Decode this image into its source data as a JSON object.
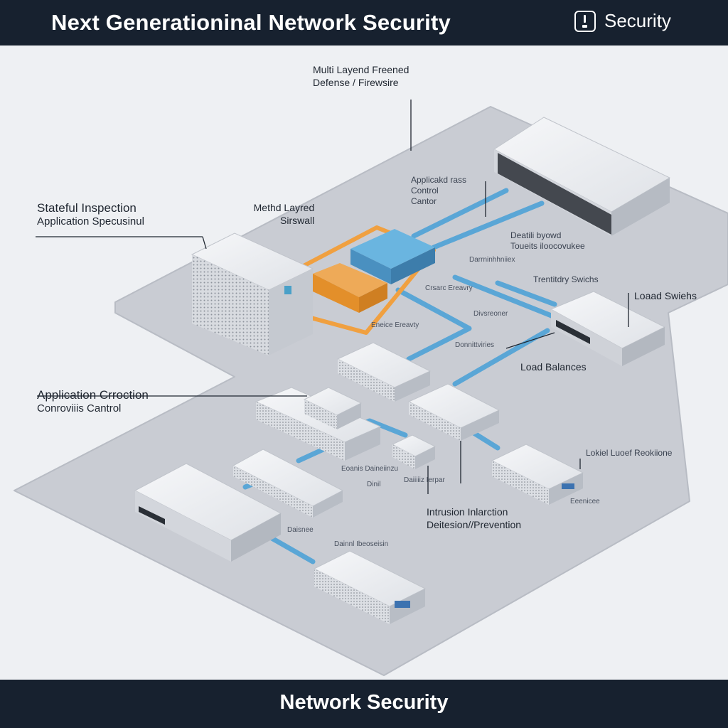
{
  "header": {
    "title": "Next Generationinal Network Security",
    "badge_label": "Security",
    "badge_icon": "shield-alert-icon"
  },
  "footer": {
    "title": "Network Security"
  },
  "labels": {
    "multi_layered_line1": "Multi Layend Freened",
    "multi_layered_line2": "Defense / Firewsire",
    "app_control_line1": "Applicakd rass",
    "app_control_line2": "Control",
    "app_control_line3": "Cantor",
    "stateful_line1": "Stateful Inspection",
    "stateful_line2": "Application Specusinul",
    "layered_firewall_line1": "Methd Layred",
    "layered_firewall_line2": "Sirswall",
    "threat_line1": "Deatili byowd",
    "threat_line2": "Toueits iloocovukee",
    "territory_switches": "Trentitdry Swichs",
    "load_switches": "Loaad Swiehs",
    "diversion": "Divsreoner",
    "connections": "Donnittviries",
    "load_balances": "Load Balances",
    "app_correction_line1": "Application Crroction",
    "app_correction_line2": "Conroviiis Cantrol",
    "local_load_redundancy": "Lokiel Luoef Reokiione",
    "intrusion_line1": "Intrusion Inlarction",
    "intrusion_line2": "Deitesion//Prevention",
    "small_orange": "Eneice Ereavty",
    "small_blue": "Crsarc Ereavry",
    "small_diag": "Darrninhhniiex",
    "small_center1": "Eoanis Daineiinzu",
    "small_center2": "Dinil",
    "small_center3": "Daiiiiiz Ierpar",
    "small_bottom1": "Daisnee",
    "small_bottom2": "Dainnl Ibeoseisin",
    "small_right": "Eeenicee"
  },
  "colors": {
    "header_bg": "#17212f",
    "background": "#eef0f3",
    "platform": "#c9ccd3",
    "flow_blue": "#5aa6d6",
    "firewall_orange": "#f0a040",
    "firewall_blue": "#6ab5e0"
  }
}
